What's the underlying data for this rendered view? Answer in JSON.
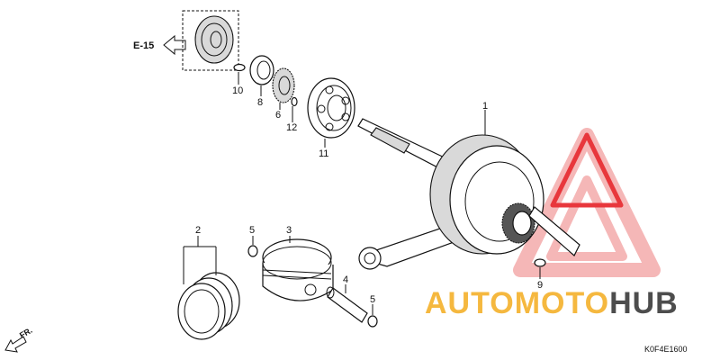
{
  "diagram": {
    "reference": {
      "label": "E-15"
    },
    "callouts": [
      {
        "id": "c1",
        "label": "1"
      },
      {
        "id": "c2",
        "label": "2"
      },
      {
        "id": "c3",
        "label": "3"
      },
      {
        "id": "c4",
        "label": "4"
      },
      {
        "id": "c5a",
        "label": "5"
      },
      {
        "id": "c5b",
        "label": "5"
      },
      {
        "id": "c6",
        "label": "6"
      },
      {
        "id": "c8",
        "label": "8"
      },
      {
        "id": "c9",
        "label": "9"
      },
      {
        "id": "c10",
        "label": "10"
      },
      {
        "id": "c11",
        "label": "11"
      },
      {
        "id": "c12",
        "label": "12"
      }
    ],
    "front_indicator": {
      "label": "FR."
    },
    "figure_code": "K0F4E1600"
  },
  "watermark": {
    "word_orange": "AUTOMOTO",
    "word_dark": "HUB",
    "colors": {
      "orange": "#f5b83f",
      "dark": "#4d4d4d",
      "red": "#e8373c",
      "pink": "#f5b7b7"
    }
  }
}
